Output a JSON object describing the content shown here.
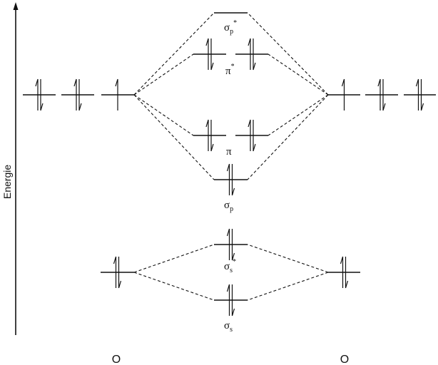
{
  "axis_label": "Energie",
  "atoms": {
    "left": "O",
    "right": "O"
  },
  "orbitals": {
    "left_2p": [
      2,
      2,
      1
    ],
    "right_2p": [
      1,
      2,
      2
    ],
    "left_2s": 2,
    "right_2s": 2,
    "sigma_p_star": 0,
    "pi_star": [
      2,
      2
    ],
    "pi": [
      2,
      2
    ],
    "sigma_p": 2,
    "sigma_s_star": 2,
    "sigma_s": 2
  },
  "labels": {
    "sigma_p_star": {
      "base": "σ",
      "sub": "p",
      "sup": "*"
    },
    "pi_star": {
      "base": "π",
      "sup": "*"
    },
    "pi": {
      "base": "π"
    },
    "sigma_p": {
      "base": "σ",
      "sub": "p"
    },
    "sigma_s_star": {
      "base": "σ",
      "sub": "s",
      "sup": "*"
    },
    "sigma_s": {
      "base": "σ",
      "sub": "s"
    }
  }
}
